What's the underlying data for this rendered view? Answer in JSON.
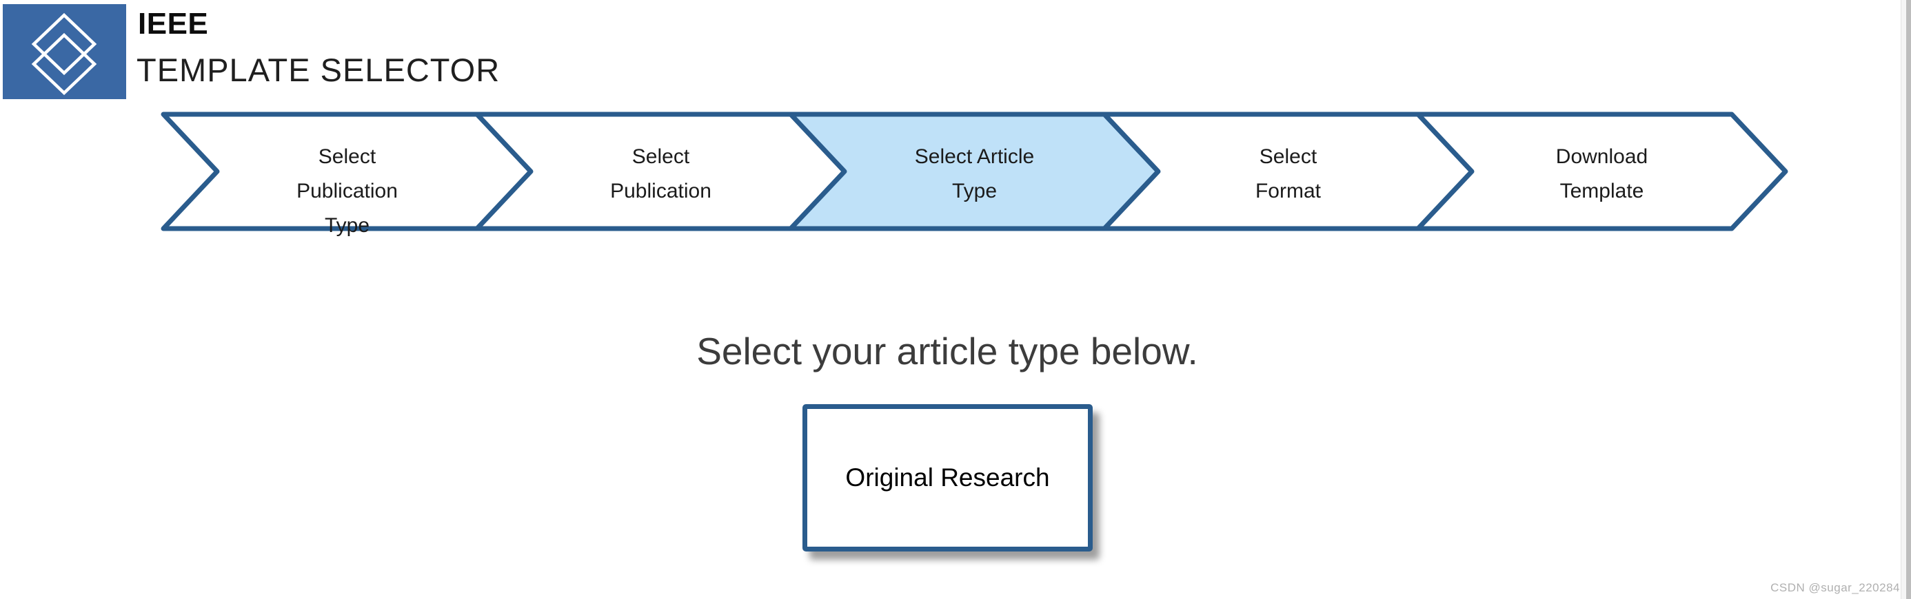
{
  "header": {
    "brand": "IEEE",
    "title": "TEMPLATE SELECTOR"
  },
  "stepper": {
    "steps": [
      {
        "label": "Select Publication Type",
        "lines": [
          "Select",
          "Publication",
          "Type"
        ],
        "active": false
      },
      {
        "label": "Select Publication",
        "lines": [
          "Select",
          "Publication"
        ],
        "active": false
      },
      {
        "label": "Select Article Type",
        "lines": [
          "Select Article",
          "Type"
        ],
        "active": true
      },
      {
        "label": "Select Format",
        "lines": [
          "Select",
          "Format"
        ],
        "active": false
      },
      {
        "label": "Download Template",
        "lines": [
          "Download",
          "Template"
        ],
        "active": false
      }
    ]
  },
  "main": {
    "instruction": "Select your article type below.",
    "article_types": [
      {
        "label": "Original Research"
      }
    ]
  },
  "watermark": "CSDN @sugar_220284",
  "icons": {
    "logo": "ieee-diamond-icon"
  },
  "colors": {
    "step_border": "#2a5c8d",
    "step_active_fill": "#bfe1f8",
    "logo_blue": "#3a68a4",
    "caption_text": "#3c3c3c",
    "watermark_text": "#b0b0b0"
  }
}
